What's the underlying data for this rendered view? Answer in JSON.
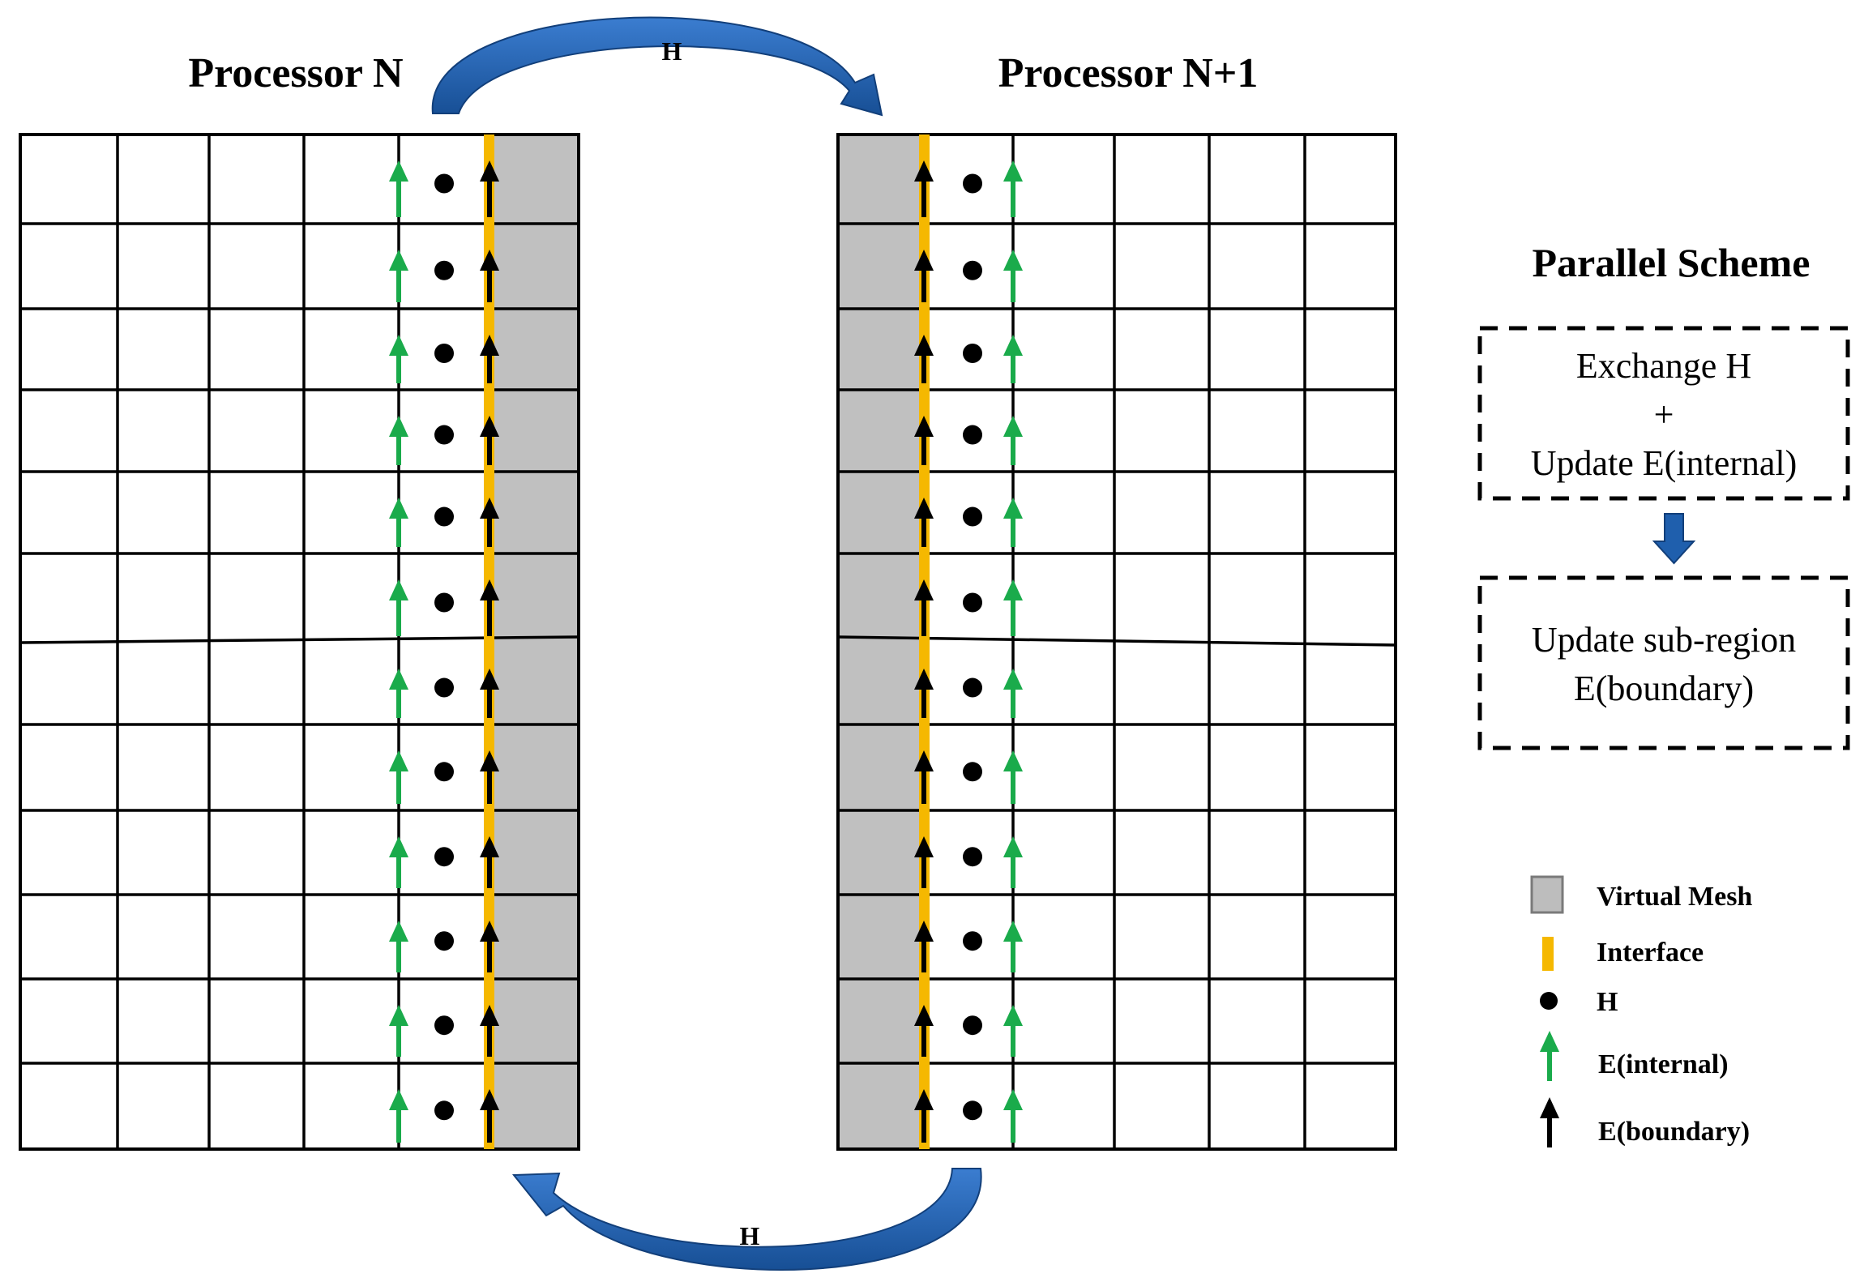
{
  "processor_left": "Processor N",
  "processor_right": "Processor N+1",
  "arrow_top_label": "H",
  "arrow_bottom_label": "H",
  "scheme": {
    "title": "Parallel Scheme",
    "step1_lines": [
      "Exchange H",
      "+",
      "Update E(internal)"
    ],
    "step2_lines": [
      "Update sub-region",
      "E(boundary)"
    ]
  },
  "legend": {
    "virtual_mesh": "Virtual Mesh",
    "interface": "Interface",
    "h": "H",
    "e_internal": "E(internal)",
    "e_boundary": "E(boundary)"
  },
  "colors": {
    "virtual_mesh": "#c0c0c0",
    "interface": "#f5b800",
    "e_internal": "#1aab4b",
    "e_boundary": "#000000",
    "exchange_arrow": "#1f5fad"
  }
}
